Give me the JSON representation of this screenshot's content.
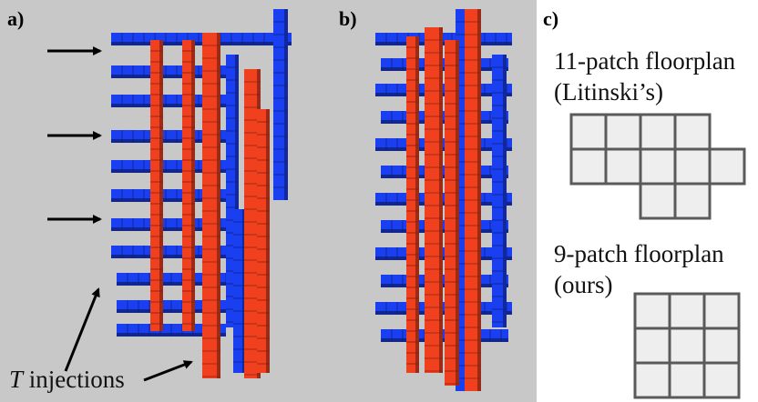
{
  "panels": {
    "a": {
      "label": "a)",
      "annotation": "injections",
      "annotation_symbol": "T"
    },
    "b": {
      "label": "b)"
    },
    "c": {
      "label": "c)",
      "floorplan_11": {
        "line1": "11-patch floorplan",
        "line2": "(Litinski’s)",
        "patch_count": 11
      },
      "floorplan_9": {
        "line1": "9-patch floorplan",
        "line2": "(ours)",
        "patch_count": 9
      }
    }
  },
  "colors": {
    "background_panels": "#c8c8c8",
    "blue": "#1a3ff0",
    "red": "#f0401e",
    "patch_fill": "#eeeeee",
    "patch_stroke": "#5a5a5a"
  }
}
